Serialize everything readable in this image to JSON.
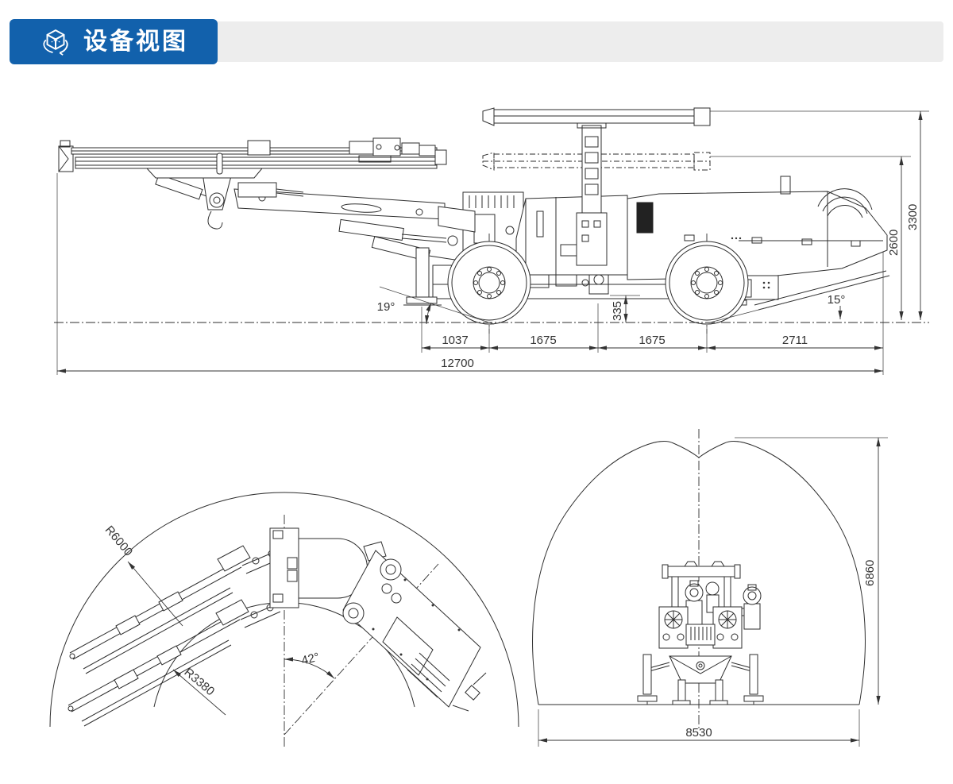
{
  "header": {
    "title": "设备视图",
    "icon": "cube-rotate-icon",
    "accent_color": "#1261ac",
    "bar_color": "#ededed"
  },
  "drawings": {
    "side_elevation": {
      "dims": {
        "overall_length": "12700",
        "wheelbase_segments": [
          "1037",
          "1675",
          "1675",
          "2711"
        ],
        "overall_height": "3300",
        "canopy_height": "2600",
        "ground_clearance": "335",
        "approach_angle": "19°",
        "departure_angle": "15°"
      }
    },
    "plan_turning": {
      "dims": {
        "outer_turning_radius": "R6000",
        "inner_turning_radius": "R3380",
        "articulation_angle": "42°"
      }
    },
    "tunnel_cross_section": {
      "dims": {
        "section_width": "8530",
        "section_height": "6860"
      }
    }
  }
}
